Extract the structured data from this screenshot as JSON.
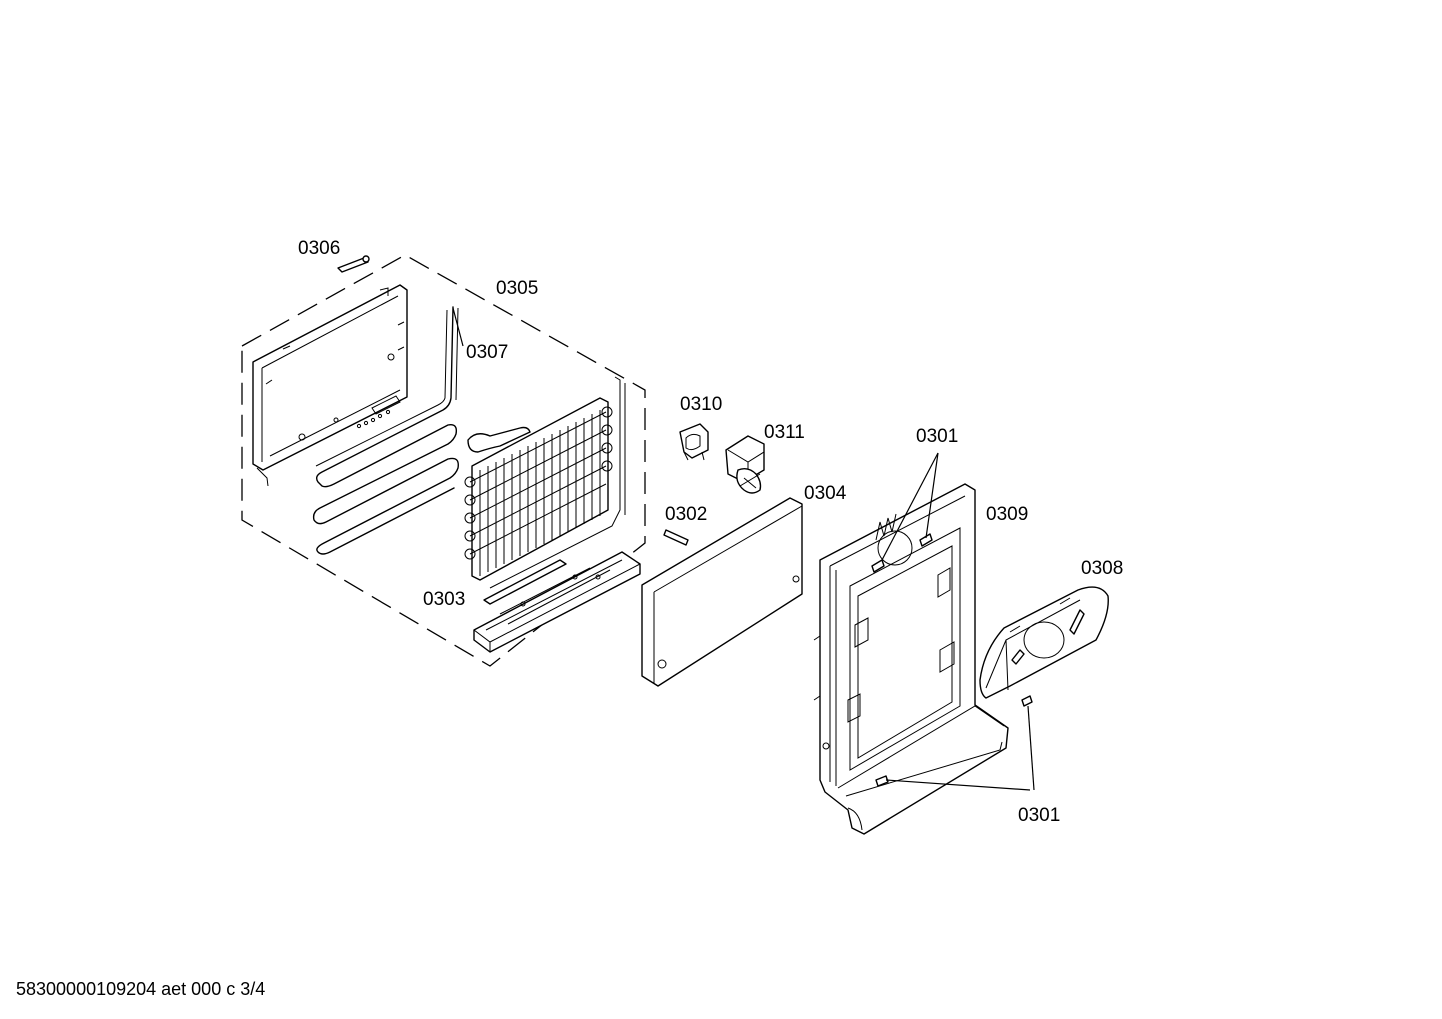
{
  "labels": {
    "p0306": "0306",
    "p0305": "0305",
    "p0307": "0307",
    "p0310": "0310",
    "p0311": "0311",
    "p0301_top": "0301",
    "p0304": "0304",
    "p0302": "0302",
    "p0309": "0309",
    "p0308": "0308",
    "p0303": "0303",
    "p0301_bottom": "0301"
  },
  "footer": {
    "document_code": "58300000109204 aet 000 c 3/4"
  },
  "colors": {
    "line": "#000000",
    "background": "#ffffff"
  }
}
